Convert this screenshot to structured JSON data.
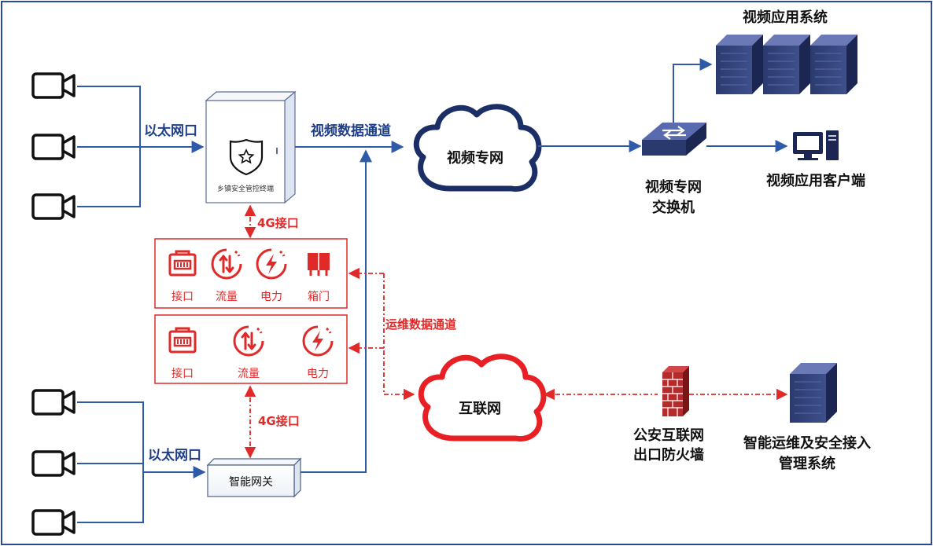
{
  "labels": {
    "ethernet_top": "以太网口",
    "ethernet_bottom": "以太网口",
    "video_channel": "视频数据通道",
    "ops_channel": "运维数据通道",
    "port_4g_top": "4G接口",
    "port_4g_bottom": "4G接口",
    "video_network": "视频专网",
    "internet": "互联网",
    "terminal": "乡镇安全管控终端",
    "gateway": "智能网关",
    "video_app_system": "视频应用系统",
    "video_app_client": "视频应用客户端",
    "switch_line1": "视频专网",
    "switch_line2": "交换机",
    "firewall_line1": "公安互联网",
    "firewall_line2": "出口防火墙",
    "ops_system_line1": "智能运维及安全接入",
    "ops_system_line2": "管理系统"
  },
  "panel_top": [
    {
      "icon": "ethernet-port-icon",
      "label": "接口"
    },
    {
      "icon": "traffic-icon",
      "label": "流量"
    },
    {
      "icon": "power-icon",
      "label": "电力"
    },
    {
      "icon": "cabinet-door-icon",
      "label": "箱门"
    }
  ],
  "panel_bottom": [
    {
      "icon": "ethernet-port-icon",
      "label": "接口"
    },
    {
      "icon": "traffic-icon",
      "label": "流量"
    },
    {
      "icon": "power-icon",
      "label": "电力"
    }
  ],
  "colors": {
    "blue_line": "#2e5aa8",
    "navy": "#1b2f66",
    "red": "#e02a2a",
    "border": "#2a4a9a"
  }
}
